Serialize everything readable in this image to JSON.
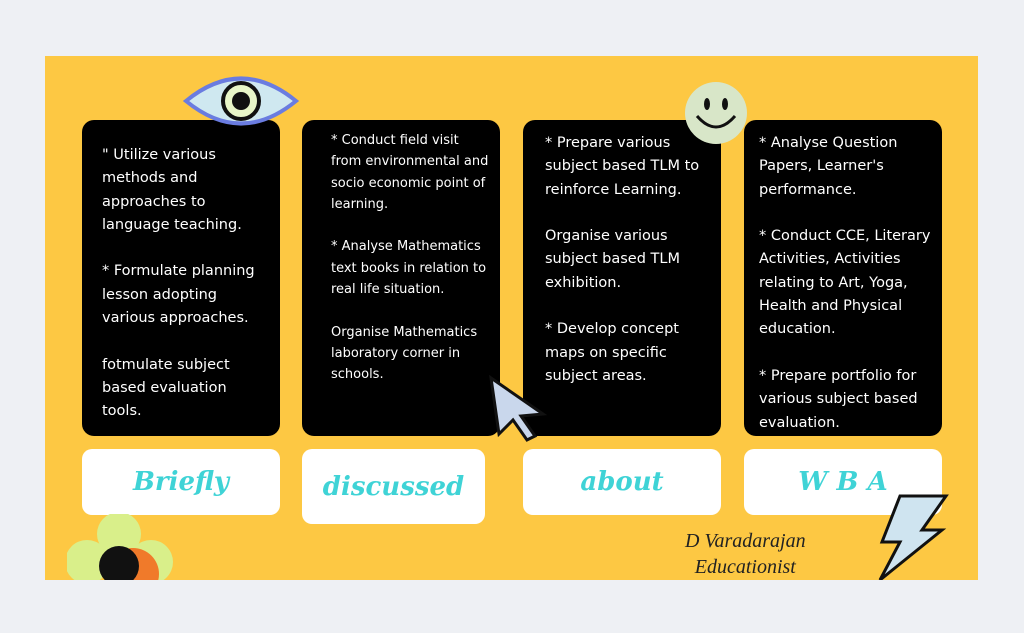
{
  "cards": [
    {
      "text": "\" Utilize various methods and approaches to language teaching.\n\n* Formulate planning lesson adopting various approaches.\n\nfotmulate subject based evaluation tools."
    },
    {
      "text": "* Conduct field visit from environmental and socio economic point of learning.\n\n* Analyse Mathematics text books in relation to real life situation.\n\nOrganise Mathematics laboratory corner in schools."
    },
    {
      "text": "* Prepare various subject based TLM to reinforce Learning.\n\nOrganise various subject based TLM exhibition.\n\n* Develop concept maps on specific subject areas."
    },
    {
      "text": "* Analyse Question Papers, Learner's performance.\n\n* Conduct CCE, Literary Activities, Activities relating to Art, Yoga, Health and Physical education.\n\n* Prepare portfolio for various subject based evaluation."
    }
  ],
  "labels": [
    "Briefly",
    "discussed",
    "about",
    "W B A"
  ],
  "signature": {
    "name": "D Varadarajan",
    "title": "Educationist"
  },
  "colors": {
    "background": "#fdc843",
    "label_text": "#3fd3d6"
  }
}
